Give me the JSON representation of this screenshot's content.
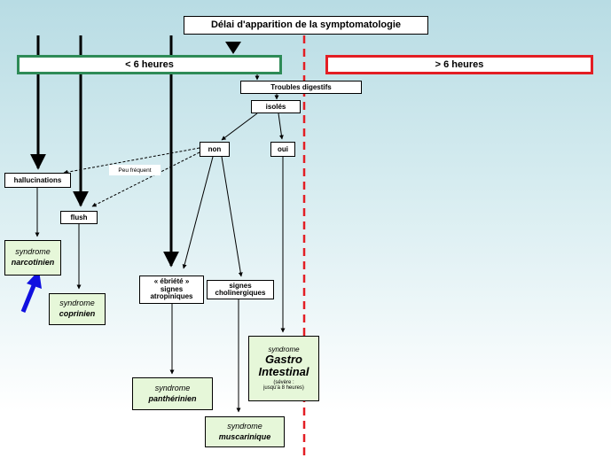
{
  "title": "Délai d'apparition de la symptomatologie",
  "under6": "< 6 heures",
  "over6": "> 6 heures",
  "troubles": "Troubles digestifs",
  "isoles": "isolés",
  "non": "non",
  "oui": "oui",
  "peu_frequent": "Peu fréquent",
  "hallucinations": "hallucinations",
  "flush": "flush",
  "ebriete": [
    "« ébriété »",
    "signes",
    "atropiniques"
  ],
  "cholinergiques": [
    "signes",
    "cholinergiques"
  ],
  "syndromes": {
    "narcotinien": {
      "label": "syndrome",
      "name": "narcotinien"
    },
    "coprinien": {
      "label": "syndrome",
      "name": "coprinien"
    },
    "pantherinien": {
      "label": "syndrome",
      "name": "panthérinien"
    },
    "muscarinique": {
      "label": "syndrome",
      "name": "muscarinique"
    },
    "gastro": {
      "label": "syndrome",
      "name1": "Gastro",
      "name2": "Intestinal",
      "note1": "(sévère :",
      "note2": "jusqu'à 8 heures)"
    }
  },
  "colors": {
    "green_border": "#2e8b57",
    "red": "#e31e24",
    "blue_arrow": "#1010e0",
    "node_fill": "#e6f7d9"
  }
}
